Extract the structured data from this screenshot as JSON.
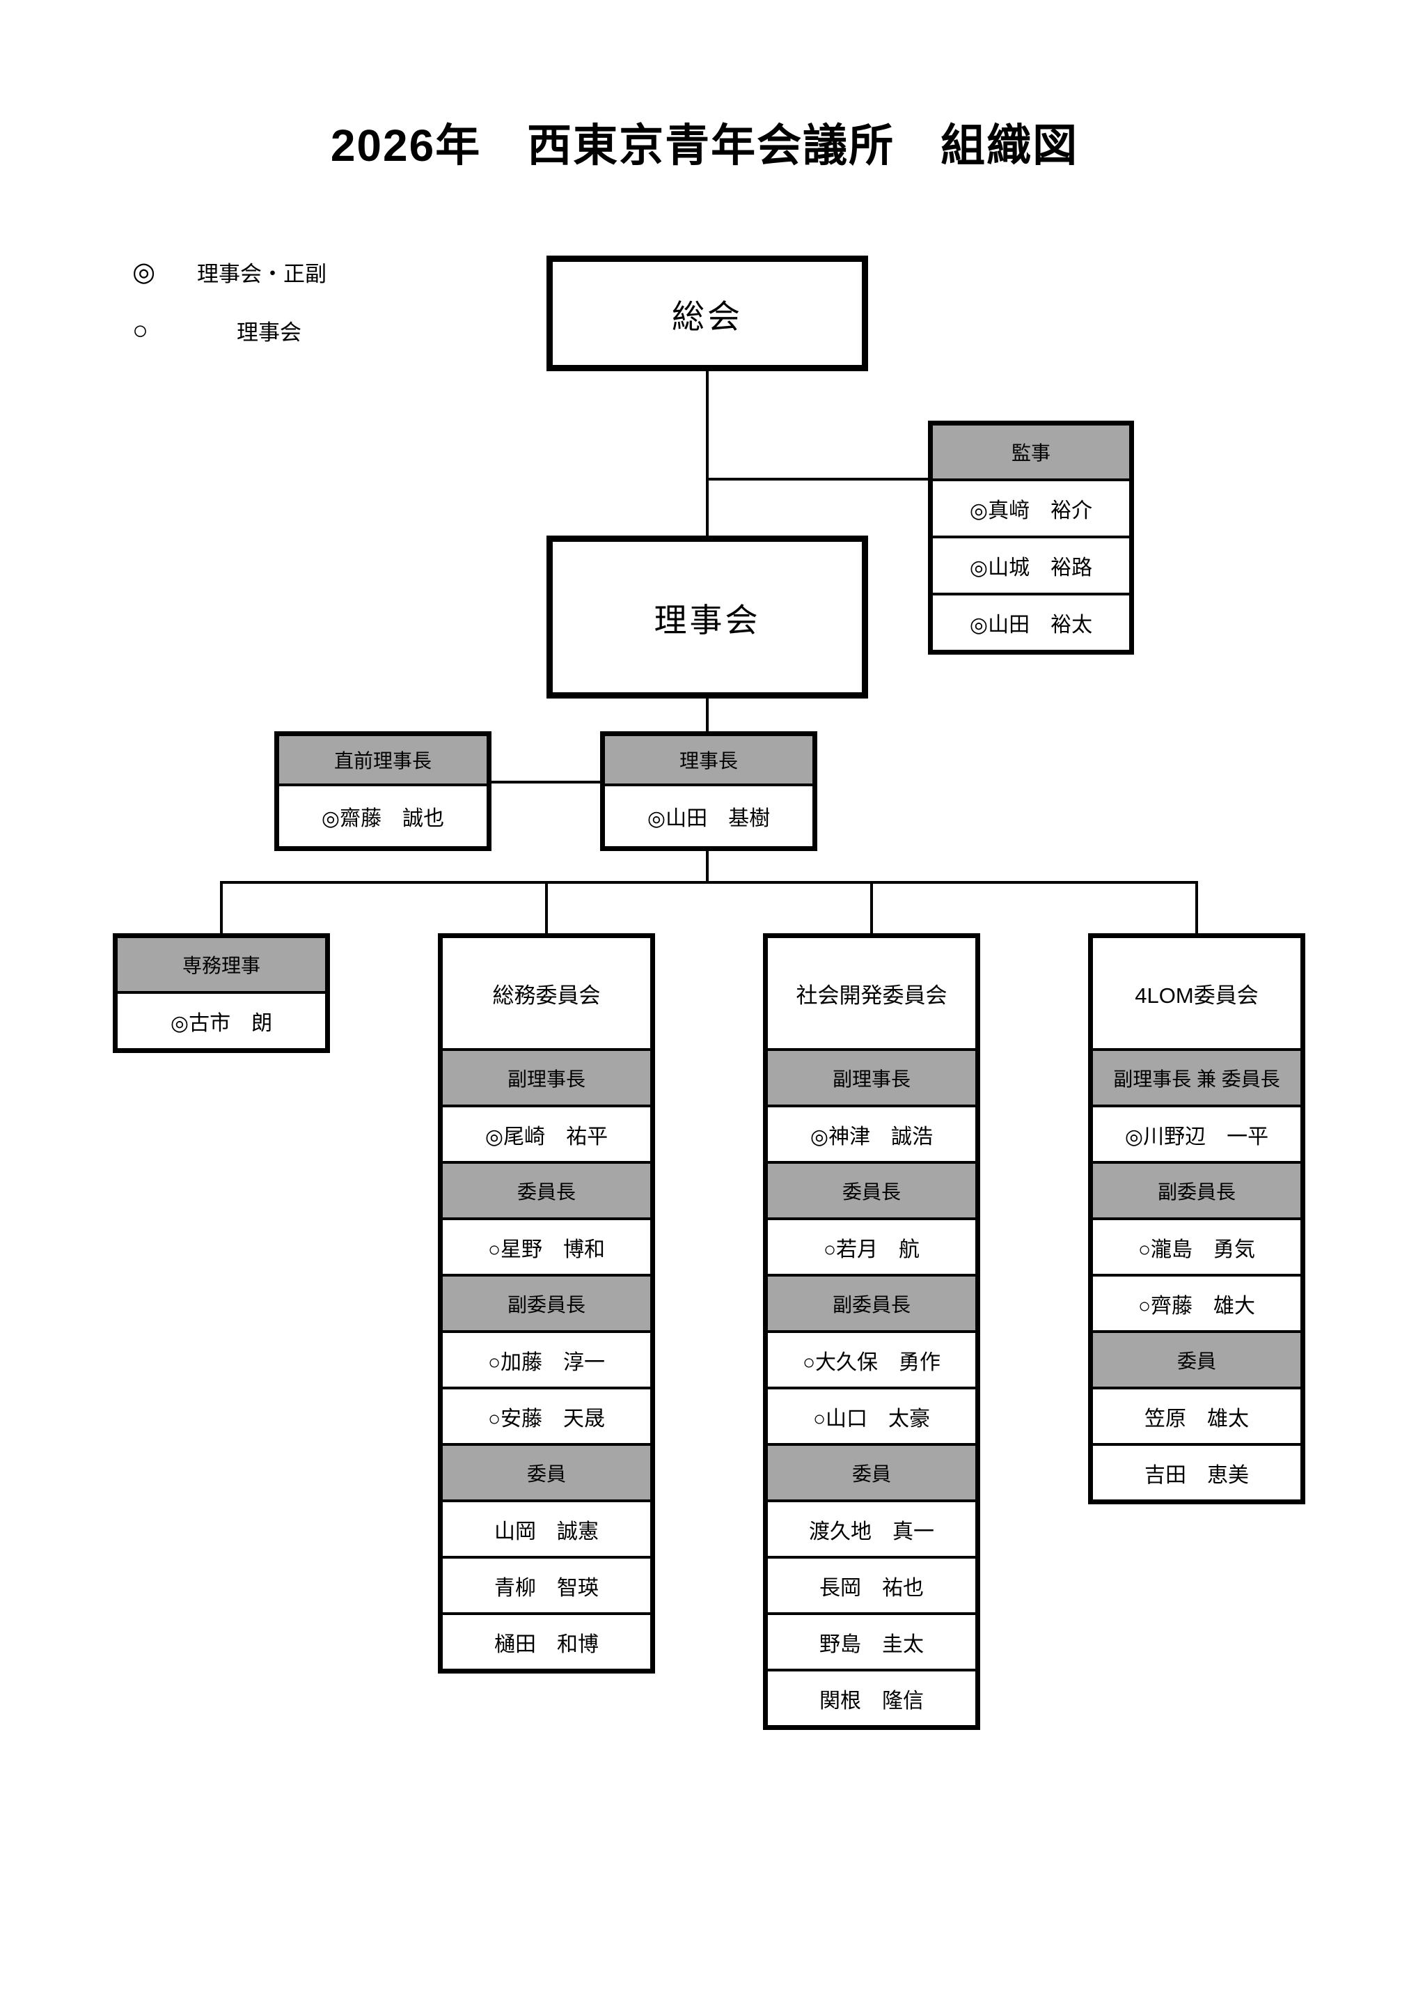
{
  "page": {
    "title": "2026年　西東京青年会議所　組織図"
  },
  "legend": {
    "items": [
      {
        "symbol": "◎",
        "label": "理事会・正副"
      },
      {
        "symbol": "○",
        "label": "理事会"
      }
    ]
  },
  "colors": {
    "header_fill": "#a6a6a6",
    "line": "#000000",
    "box_fill": "#ffffff"
  },
  "nodes": {
    "general_assembly": {
      "label": "総会"
    },
    "board_of_directors": {
      "label": "理事会"
    },
    "auditors": {
      "title": "監事",
      "members": [
        "◎真﨑　裕介",
        "◎山城　裕路",
        "◎山田　裕太"
      ]
    },
    "immediate_past_president": {
      "title": "直前理事長",
      "member": "◎齋藤　誠也"
    },
    "president": {
      "title": "理事長",
      "member": "◎山田　基樹"
    },
    "executive_director": {
      "title": "専務理事",
      "member": "◎古市　朗"
    }
  },
  "committees": [
    {
      "name": "総務委員会",
      "rows": [
        {
          "type": "header",
          "text": "副理事長"
        },
        {
          "type": "member",
          "text": "◎尾崎　祐平"
        },
        {
          "type": "header",
          "text": "委員長"
        },
        {
          "type": "member",
          "text": "○星野　博和"
        },
        {
          "type": "header",
          "text": "副委員長"
        },
        {
          "type": "member",
          "text": "○加藤　淳一"
        },
        {
          "type": "member",
          "text": "○安藤　天晟"
        },
        {
          "type": "header",
          "text": "委員"
        },
        {
          "type": "member",
          "text": "山岡　誠憲"
        },
        {
          "type": "member",
          "text": "青柳　智瑛"
        },
        {
          "type": "member",
          "text": "樋田　和博"
        }
      ]
    },
    {
      "name": "社会開発委員会",
      "rows": [
        {
          "type": "header",
          "text": "副理事長"
        },
        {
          "type": "member",
          "text": "◎神津　誠浩"
        },
        {
          "type": "header",
          "text": "委員長"
        },
        {
          "type": "member",
          "text": "○若月　航"
        },
        {
          "type": "header",
          "text": "副委員長"
        },
        {
          "type": "member",
          "text": "○大久保　勇作"
        },
        {
          "type": "member",
          "text": "○山口　太豪"
        },
        {
          "type": "header",
          "text": "委員"
        },
        {
          "type": "member",
          "text": "渡久地　真一"
        },
        {
          "type": "member",
          "text": "長岡　祐也"
        },
        {
          "type": "member",
          "text": "野島　圭太"
        },
        {
          "type": "member",
          "text": "関根　隆信"
        }
      ]
    },
    {
      "name": "4LOM委員会",
      "rows": [
        {
          "type": "header",
          "text": "副理事長 兼 委員長"
        },
        {
          "type": "member",
          "text": "◎川野辺　一平"
        },
        {
          "type": "header",
          "text": "副委員長"
        },
        {
          "type": "member",
          "text": "○瀧島　勇気"
        },
        {
          "type": "member",
          "text": "○齊藤　雄大"
        },
        {
          "type": "header",
          "text": "委員"
        },
        {
          "type": "member",
          "text": "笠原　雄太"
        },
        {
          "type": "member",
          "text": "吉田　恵美"
        }
      ]
    }
  ]
}
